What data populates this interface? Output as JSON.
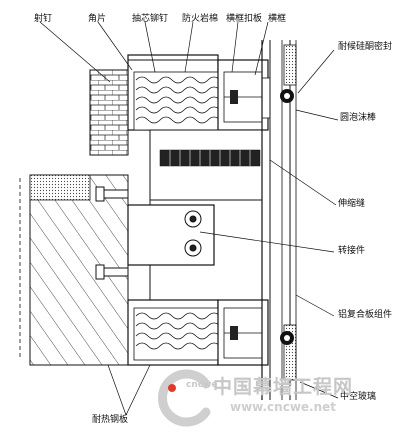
{
  "labels": {
    "nail": "射钉",
    "angle": "角片",
    "rivet": "抽芯铆钉",
    "rockwool": "防火岩棉",
    "frame_clip": "横框扣板",
    "frame": "横框",
    "sealant": "耐候硅酮密封",
    "foam_rod": "圆泡沫棒",
    "expansion_joint": "伸缩缝",
    "connector": "转接件",
    "aluminum_panel": "铝复合板组件",
    "steel_plate": "耐热钢板",
    "glass": "中空玻璃"
  },
  "watermark": {
    "name": "中国幕墙工程网",
    "url": "www.cncwe.net",
    "logo_text": "cncwe"
  },
  "colors": {
    "line": "#111111",
    "watermark": "#c8c8c8",
    "logo_accent": "#e23a2a"
  }
}
